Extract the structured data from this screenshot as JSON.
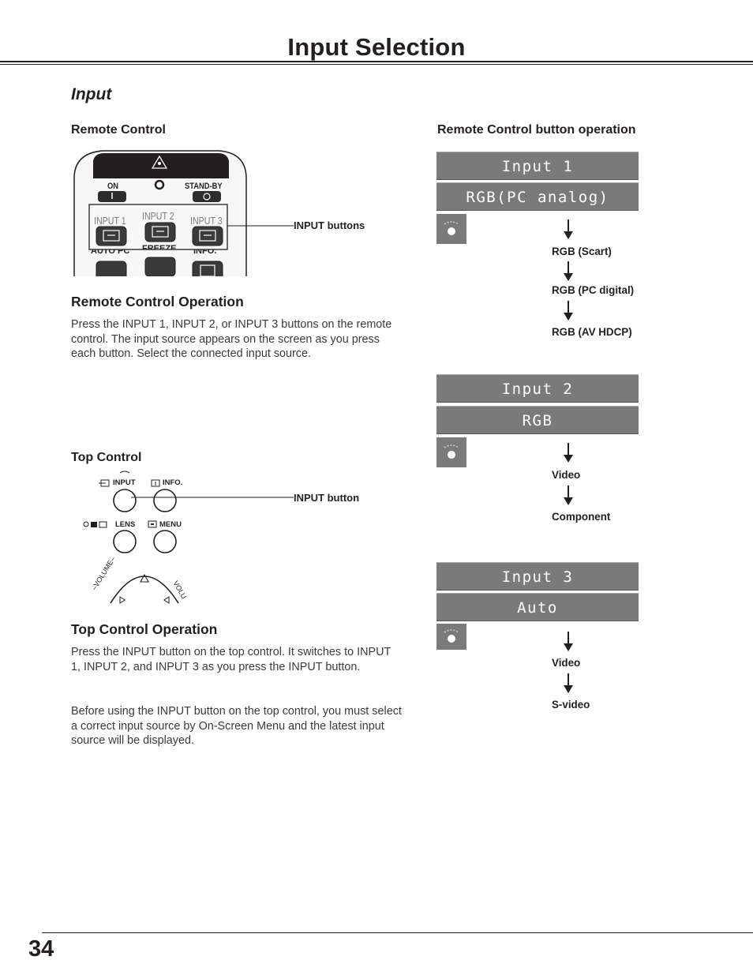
{
  "page_title": "Input Selection",
  "section_title": "Input",
  "remote": {
    "heading": "Remote Control",
    "labels": {
      "on": "ON",
      "standby": "STAND-BY",
      "input1": "INPUT 1",
      "input2": "INPUT 2",
      "input3": "INPUT 3",
      "freeze": "FREEZE",
      "autopc": "AUTO PC",
      "info": "INFO."
    },
    "callout": "INPUT buttons",
    "op_heading": "Remote Control Operation",
    "op_text": "Press the INPUT 1, INPUT 2, or INPUT 3 buttons on the remote control. The input source appears on the screen as you press each button. Select the connected input source."
  },
  "top": {
    "heading": "Top Control",
    "labels": {
      "input": "INPUT",
      "info": "INFO.",
      "lens": "LENS",
      "menu": "MENU",
      "volume_left": "–VOLUME–",
      "volume_right": "VOLU"
    },
    "callout": "INPUT button",
    "op_heading": "Top Control Operation",
    "op_text_1": "Press the INPUT button on the top control. It switches to INPUT 1, INPUT 2, and INPUT 3 as you press the INPUT button.",
    "op_text_2": "Before using the INPUT button on the top control, you must select a correct input source by On-Screen Menu and the latest input source will be displayed."
  },
  "operation": {
    "heading": "Remote Control button operation",
    "groups": [
      {
        "input": "Input 1",
        "source": "RGB(PC analog)",
        "options": [
          "RGB (Scart)",
          "RGB (PC digital)",
          "RGB (AV HDCP)"
        ]
      },
      {
        "input": "Input 2",
        "source": "RGB",
        "options": [
          "Video",
          "Component"
        ]
      },
      {
        "input": "Input 3",
        "source": "Auto",
        "options": [
          "Video",
          "S-video"
        ]
      }
    ]
  },
  "page_number": "34"
}
